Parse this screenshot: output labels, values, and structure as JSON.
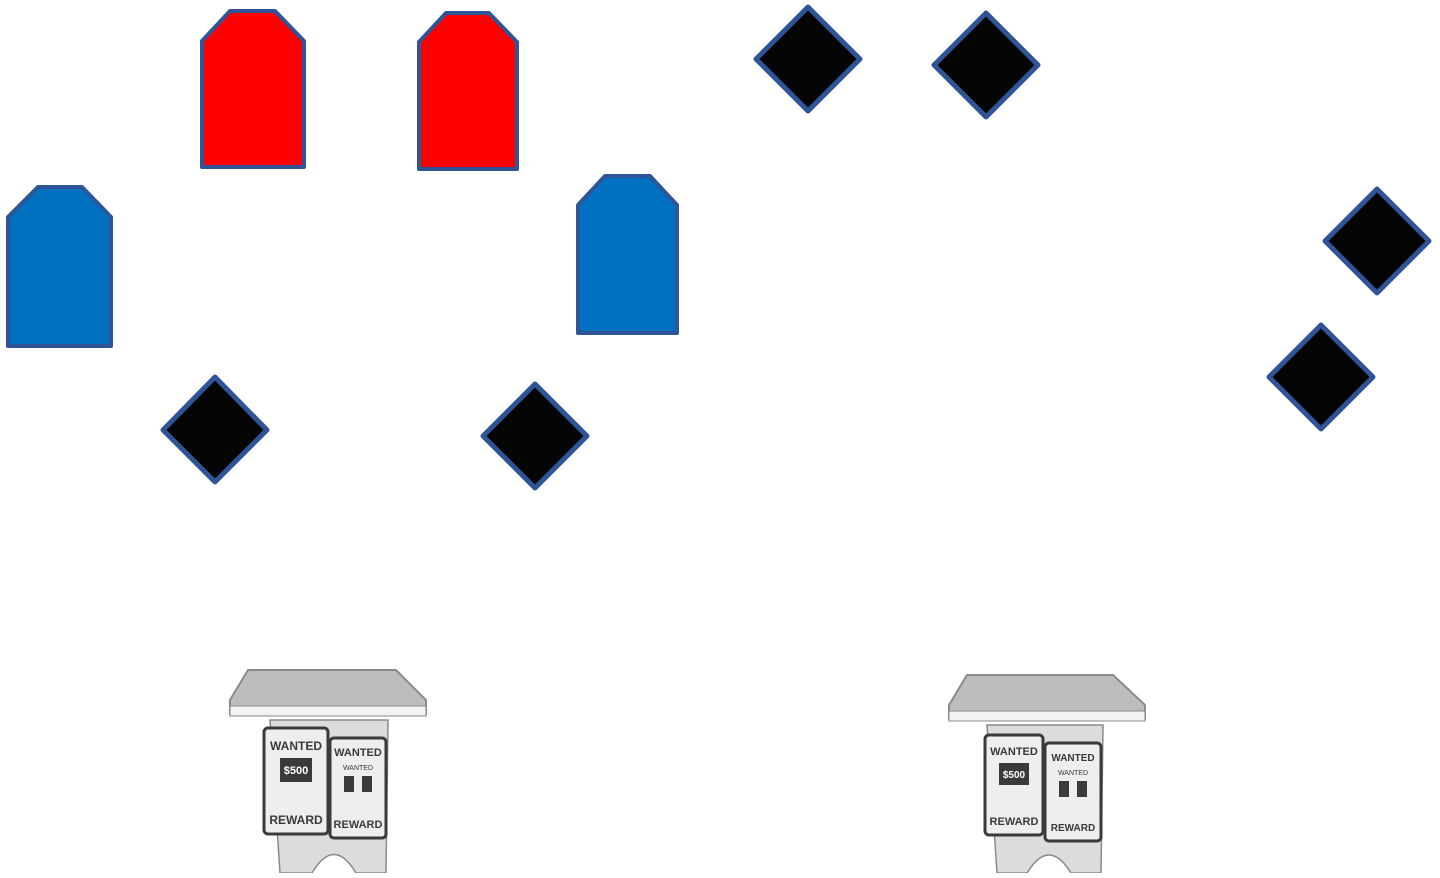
{
  "colors": {
    "background": "#ffffff",
    "red_marker_fill": "#ff0000",
    "blue_marker_fill": "#0070c0",
    "diamond_fill": "#050505",
    "outline": "#2f5597",
    "table_top": "#bdbdbd",
    "table_top_edge": "#8a8a8a",
    "table_body": "#dcdcdc",
    "poster": "#eeeeee",
    "poster_ink": "#3a3a3a"
  },
  "legend": [],
  "items": [
    {
      "kind": "marker",
      "color": "red",
      "icon": "tombstone-shape"
    },
    {
      "kind": "marker",
      "color": "red",
      "icon": "tombstone-shape"
    },
    {
      "kind": "marker",
      "color": "blue",
      "icon": "tombstone-shape"
    },
    {
      "kind": "marker",
      "color": "blue",
      "icon": "tombstone-shape"
    },
    {
      "kind": "diamond",
      "icon": "diamond-shape",
      "count": 6
    },
    {
      "kind": "table",
      "icon": "wanted-poster-table",
      "count": 2
    }
  ],
  "table_posters": {
    "left_poster": {
      "header": "WANTED",
      "amount": "$500",
      "footer": "REWARD"
    },
    "right_poster": {
      "header": "WANTED",
      "sub": "WANTED",
      "footer": "REWARD"
    }
  }
}
